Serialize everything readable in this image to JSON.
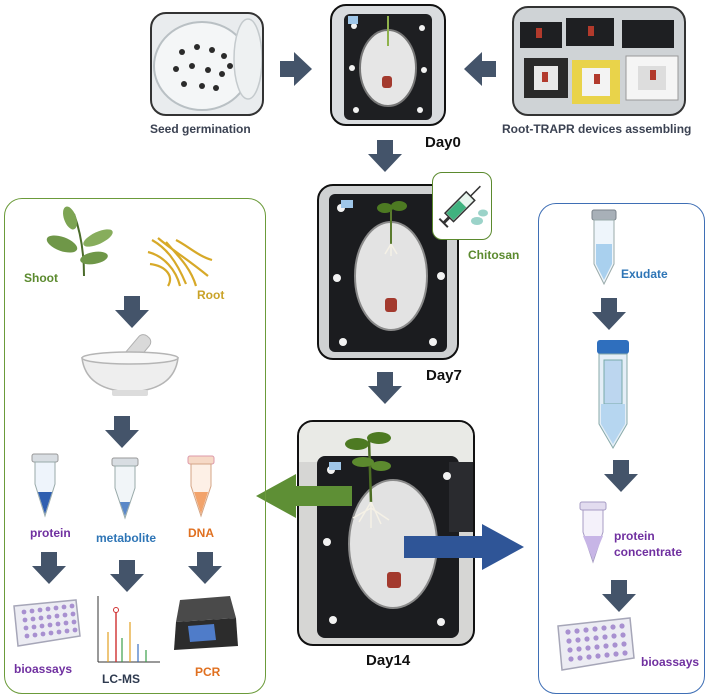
{
  "labels": {
    "seed_germination": "Seed germination",
    "device_assembling": "Root-TRAPR devices assembling",
    "day0": "Day0",
    "day7": "Day7",
    "day14": "Day14",
    "chitosan": "Chitosan"
  },
  "left_panel": {
    "shoot": "Shoot",
    "root": "Root",
    "protein": "protein",
    "metabolite": "metabolite",
    "dna": "DNA",
    "bioassays": "bioassays",
    "lcms": "LC-MS",
    "pcr": "PCR"
  },
  "right_panel": {
    "exudate": "Exudate",
    "protein_concentrate_line1": "protein",
    "protein_concentrate_line2": "concentrate",
    "bioassays": "bioassays"
  },
  "colors": {
    "arrow_dark": "#44546a",
    "arrow_green": "#5e8f35",
    "arrow_blue": "#2f5597",
    "green_text": "#5b8a2e",
    "gold_text": "#c9a227",
    "purple_text": "#7030a0",
    "blue_text": "#2e75b6",
    "orange_text": "#e07020",
    "dark_text": "#3b4252"
  }
}
